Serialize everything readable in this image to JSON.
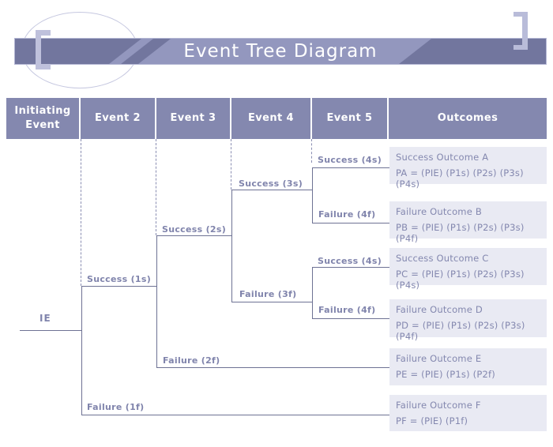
{
  "banner": {
    "title": "Event Tree Diagram"
  },
  "header": {
    "columns": [
      "Initiating Event",
      "Event 2",
      "Event 3",
      "Event 4",
      "Event 5",
      "Outcomes"
    ]
  },
  "tree": {
    "root_label": "IE",
    "branches": {
      "s1": "Success (1s)",
      "f1": "Failure (1f)",
      "s2": "Success (2s)",
      "f2": "Failure (2f)",
      "s3": "Success (3s)",
      "f3": "Failure (3f)",
      "s4a": "Success (4s)",
      "f4a": "Failure (4f)",
      "s4b": "Success (4s)",
      "f4b": "Failure (4f)"
    }
  },
  "outcomes": [
    {
      "label": "Success Outcome A",
      "formula": "PA = (PIE) (P1s) (P2s) (P3s) (P4s)"
    },
    {
      "label": "Failure Outcome B",
      "formula": "PB = (PIE) (P1s) (P2s) (P3s) (P4f)"
    },
    {
      "label": "Success Outcome C",
      "formula": "PC = (PIE) (P1s) (P2s) (P3s) (P4s)"
    },
    {
      "label": "Failure Outcome D",
      "formula": "PD = (PIE) (P1s) (P2s) (P3s) (P4f)"
    },
    {
      "label": "Failure Outcome E",
      "formula": "PE = (PIE) (P1s) (P2f)"
    },
    {
      "label": "Failure Outcome F",
      "formula": "PF = (PIE) (P1f)"
    }
  ],
  "colors": {
    "banner_dark": "#72769E",
    "banner_light_band": "#9397BE",
    "bracket": "#B9BCD9",
    "ellipse_stroke": "#C6C8E0",
    "header_bg": "#8488AF",
    "header_text": "#FFFFFF",
    "tree_line": "#6E7294",
    "branch_label_text": "#8084AC",
    "outcome_bg": "#E9EAF3",
    "outcome_text": "#8488AF"
  }
}
